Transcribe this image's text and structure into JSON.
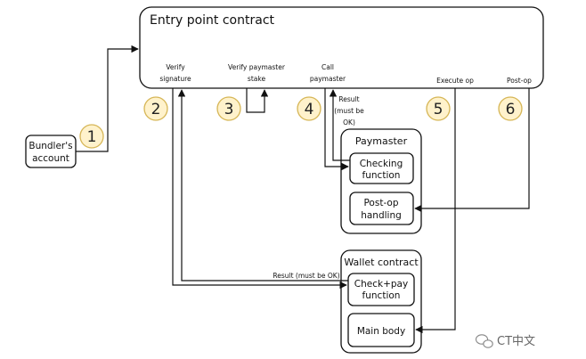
{
  "entry_point": {
    "title": "Entry point contract",
    "steps": [
      {
        "line1": "Verify",
        "line2": "signature"
      },
      {
        "line1": "Verify paymaster",
        "line2": "stake"
      },
      {
        "line1": "Call",
        "line2": "paymaster"
      },
      {
        "line1": "Execute op",
        "line2": ""
      },
      {
        "line1": "Post-op",
        "line2": ""
      }
    ]
  },
  "badges": [
    "1",
    "2",
    "3",
    "4",
    "5",
    "6"
  ],
  "bundler": {
    "line1": "Bundler's",
    "line2": "account"
  },
  "paymaster": {
    "title": "Paymaster",
    "checking": {
      "line1": "Checking",
      "line2": "function"
    },
    "postop": {
      "line1": "Post-op",
      "line2": "handling"
    }
  },
  "wallet": {
    "title": "Wallet contract",
    "checkpay": {
      "line1": "Check+pay",
      "line2": "function"
    },
    "mainbody": "Main body"
  },
  "annotations": {
    "result_pm_1": "Result",
    "result_pm_2": "(must be",
    "result_pm_3": "OK)",
    "result_wallet": "Result (must be OK)"
  },
  "watermark": "CT中文"
}
